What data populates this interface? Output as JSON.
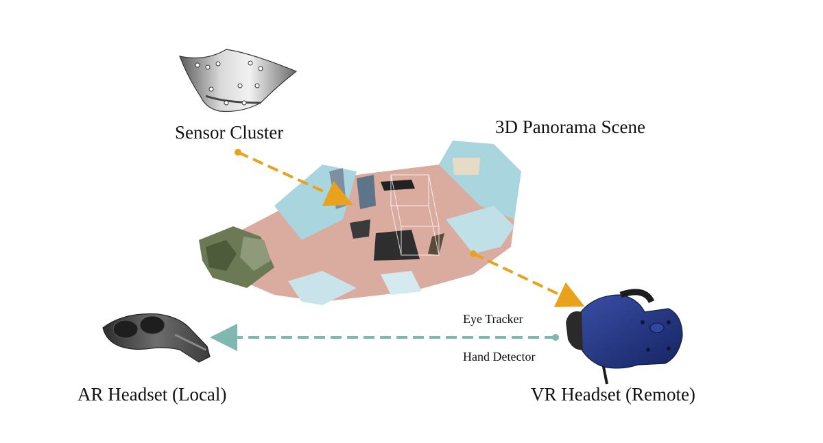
{
  "labels": {
    "sensor_cluster": "Sensor Cluster",
    "panorama_scene": "3D Panorama Scene",
    "eye_tracker": "Eye Tracker",
    "hand_detector": "Hand Detector",
    "ar_headset": "AR Headset (Local)",
    "vr_headset": "VR Headset (Remote)"
  },
  "colors": {
    "data_flow_arrow": "#e8a21c",
    "interaction_arrow": "#7fb8b0",
    "vr_headset_body": "#1f2f78",
    "ar_headset_body": "#3a3a3a",
    "sensor_body": "#8c8c8c",
    "scene_floor": "#d8a79a",
    "scene_wall": "#a9d5de"
  },
  "icons": [
    "sensor-cluster-icon",
    "panorama-scene-image",
    "ar-headset-icon",
    "vr-headset-icon"
  ]
}
